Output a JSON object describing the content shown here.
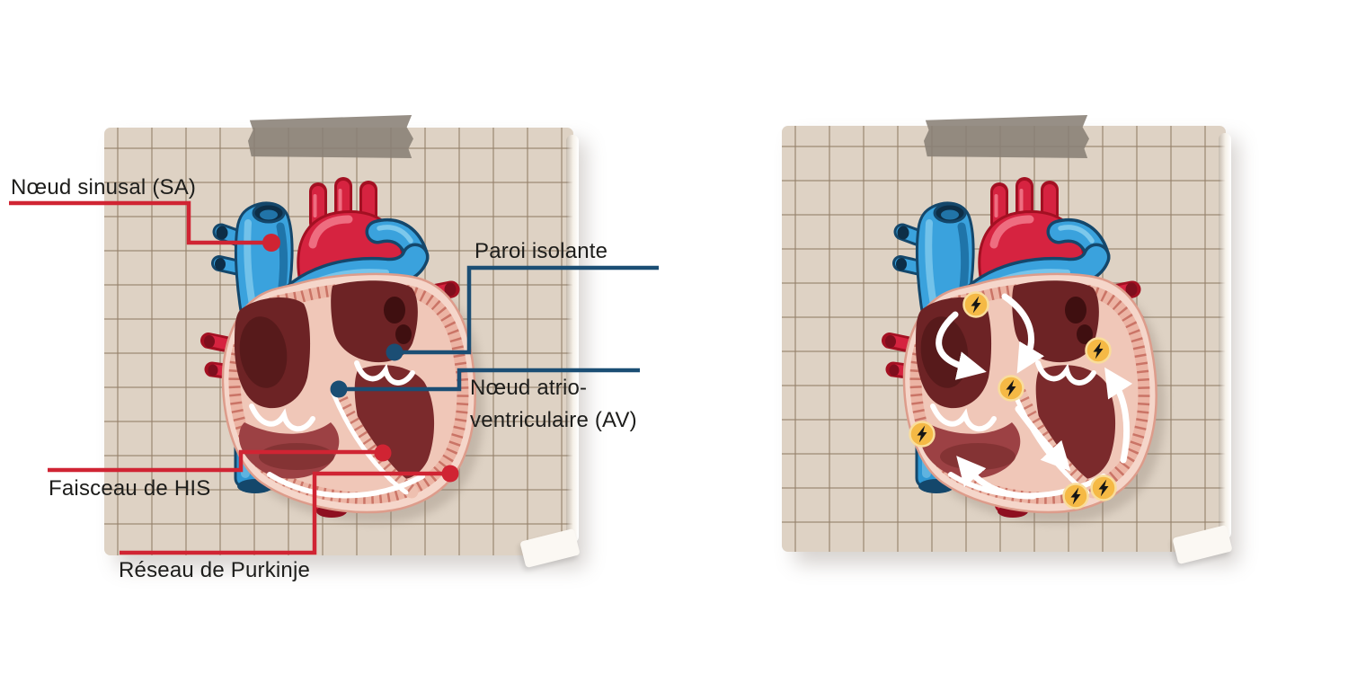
{
  "figure": {
    "title_implicit": "Cardiac conduction system diagram (two taped notes)",
    "labels": {
      "sa": "Nœud sinusal (SA)",
      "paroi": "Paroi isolante",
      "av_line1": "Nœud atrio-",
      "av_line2": "ventriculaire (AV)",
      "his": "Faisceau de HIS",
      "purkinje": "Réseau de Purkinje"
    },
    "icons": {
      "lightning": "lightning-bolt",
      "lightning_count_right_panel": 6,
      "arrow": "white-conduction-arrow"
    },
    "colors": {
      "label_text": "#1d1d1b",
      "leader_red": "#d02433",
      "leader_blue": "#1b4e74",
      "paper": "#ded2c4",
      "paper_grid": "#96806a",
      "tape": "#897f75",
      "lightning_circle": "#f5b945",
      "lightning_glyph": "#151515",
      "arrow_white": "#ffffff",
      "aorta_red": "#d62340",
      "vein_blue": "#3aa2dd",
      "heart_wall_pink": "#f5d6ca",
      "chamber_maroon": "#6d2325"
    }
  }
}
